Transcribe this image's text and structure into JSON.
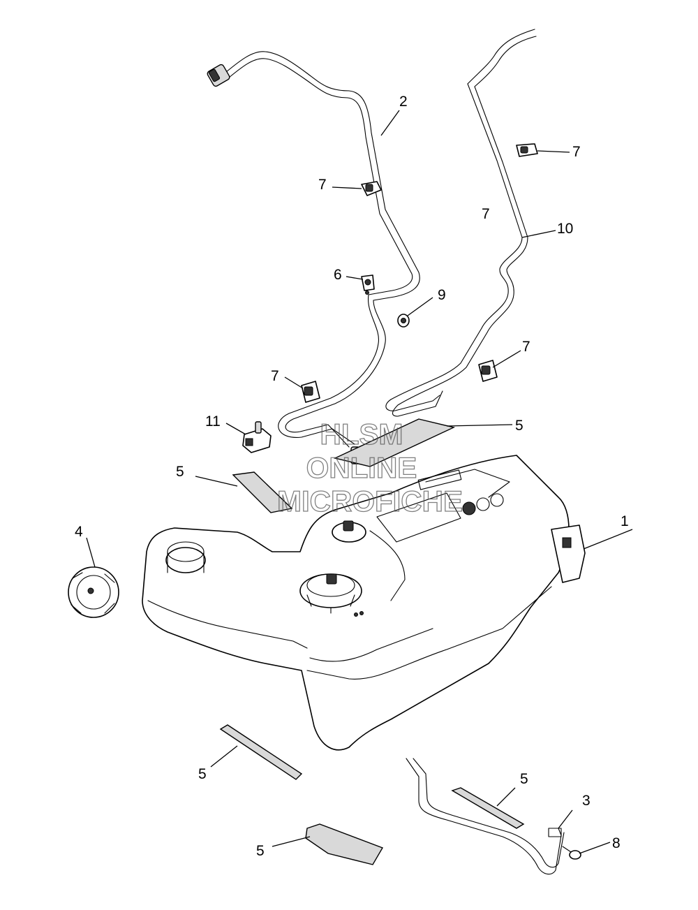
{
  "callouts": {
    "c1": "1",
    "c2": "2",
    "c3": "3",
    "c4": "4",
    "c5a": "5",
    "c5b": "5",
    "c5c": "5",
    "c5d": "5",
    "c5e": "5",
    "c6": "6",
    "c7a": "7",
    "c7b": "7",
    "c7c": "7",
    "c7d": "7",
    "c7e": "7",
    "c8": "8",
    "c9": "9",
    "c10": "10",
    "c11": "11"
  },
  "watermark": {
    "line1": "HLSM",
    "line2": "ONLINE",
    "line3": "MICROFICHE"
  }
}
